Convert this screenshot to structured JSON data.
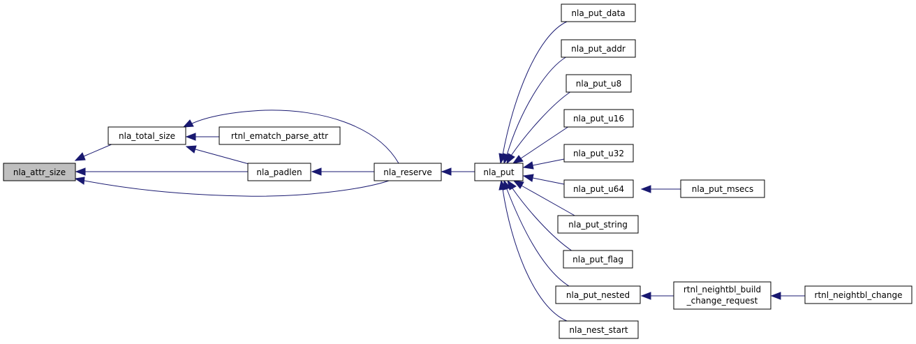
{
  "nodes": {
    "nla_attr_size": "nla_attr_size",
    "nla_total_size": "nla_total_size",
    "rtnl_ematch_parse_attr": "rtnl_ematch_parse_attr",
    "nla_padlen": "nla_padlen",
    "nla_reserve": "nla_reserve",
    "nla_put": "nla_put",
    "nla_put_data": "nla_put_data",
    "nla_put_addr": "nla_put_addr",
    "nla_put_u8": "nla_put_u8",
    "nla_put_u16": "nla_put_u16",
    "nla_put_u32": "nla_put_u32",
    "nla_put_u64": "nla_put_u64",
    "nla_put_msecs": "nla_put_msecs",
    "nla_put_string": "nla_put_string",
    "nla_put_flag": "nla_put_flag",
    "nla_put_nested": "nla_put_nested",
    "rtnl_neightbl_build_change_request_line1": "rtnl_neightbl_build",
    "rtnl_neightbl_build_change_request_line2": "_change_request",
    "rtnl_neightbl_change": "rtnl_neightbl_change",
    "nla_nest_start": "nla_nest_start"
  },
  "highlighted_node": "nla_attr_size",
  "colors": {
    "edge": "#191970",
    "node_border": "#000000",
    "node_fill": "#ffffff",
    "highlight_fill": "#bfbfbf"
  }
}
